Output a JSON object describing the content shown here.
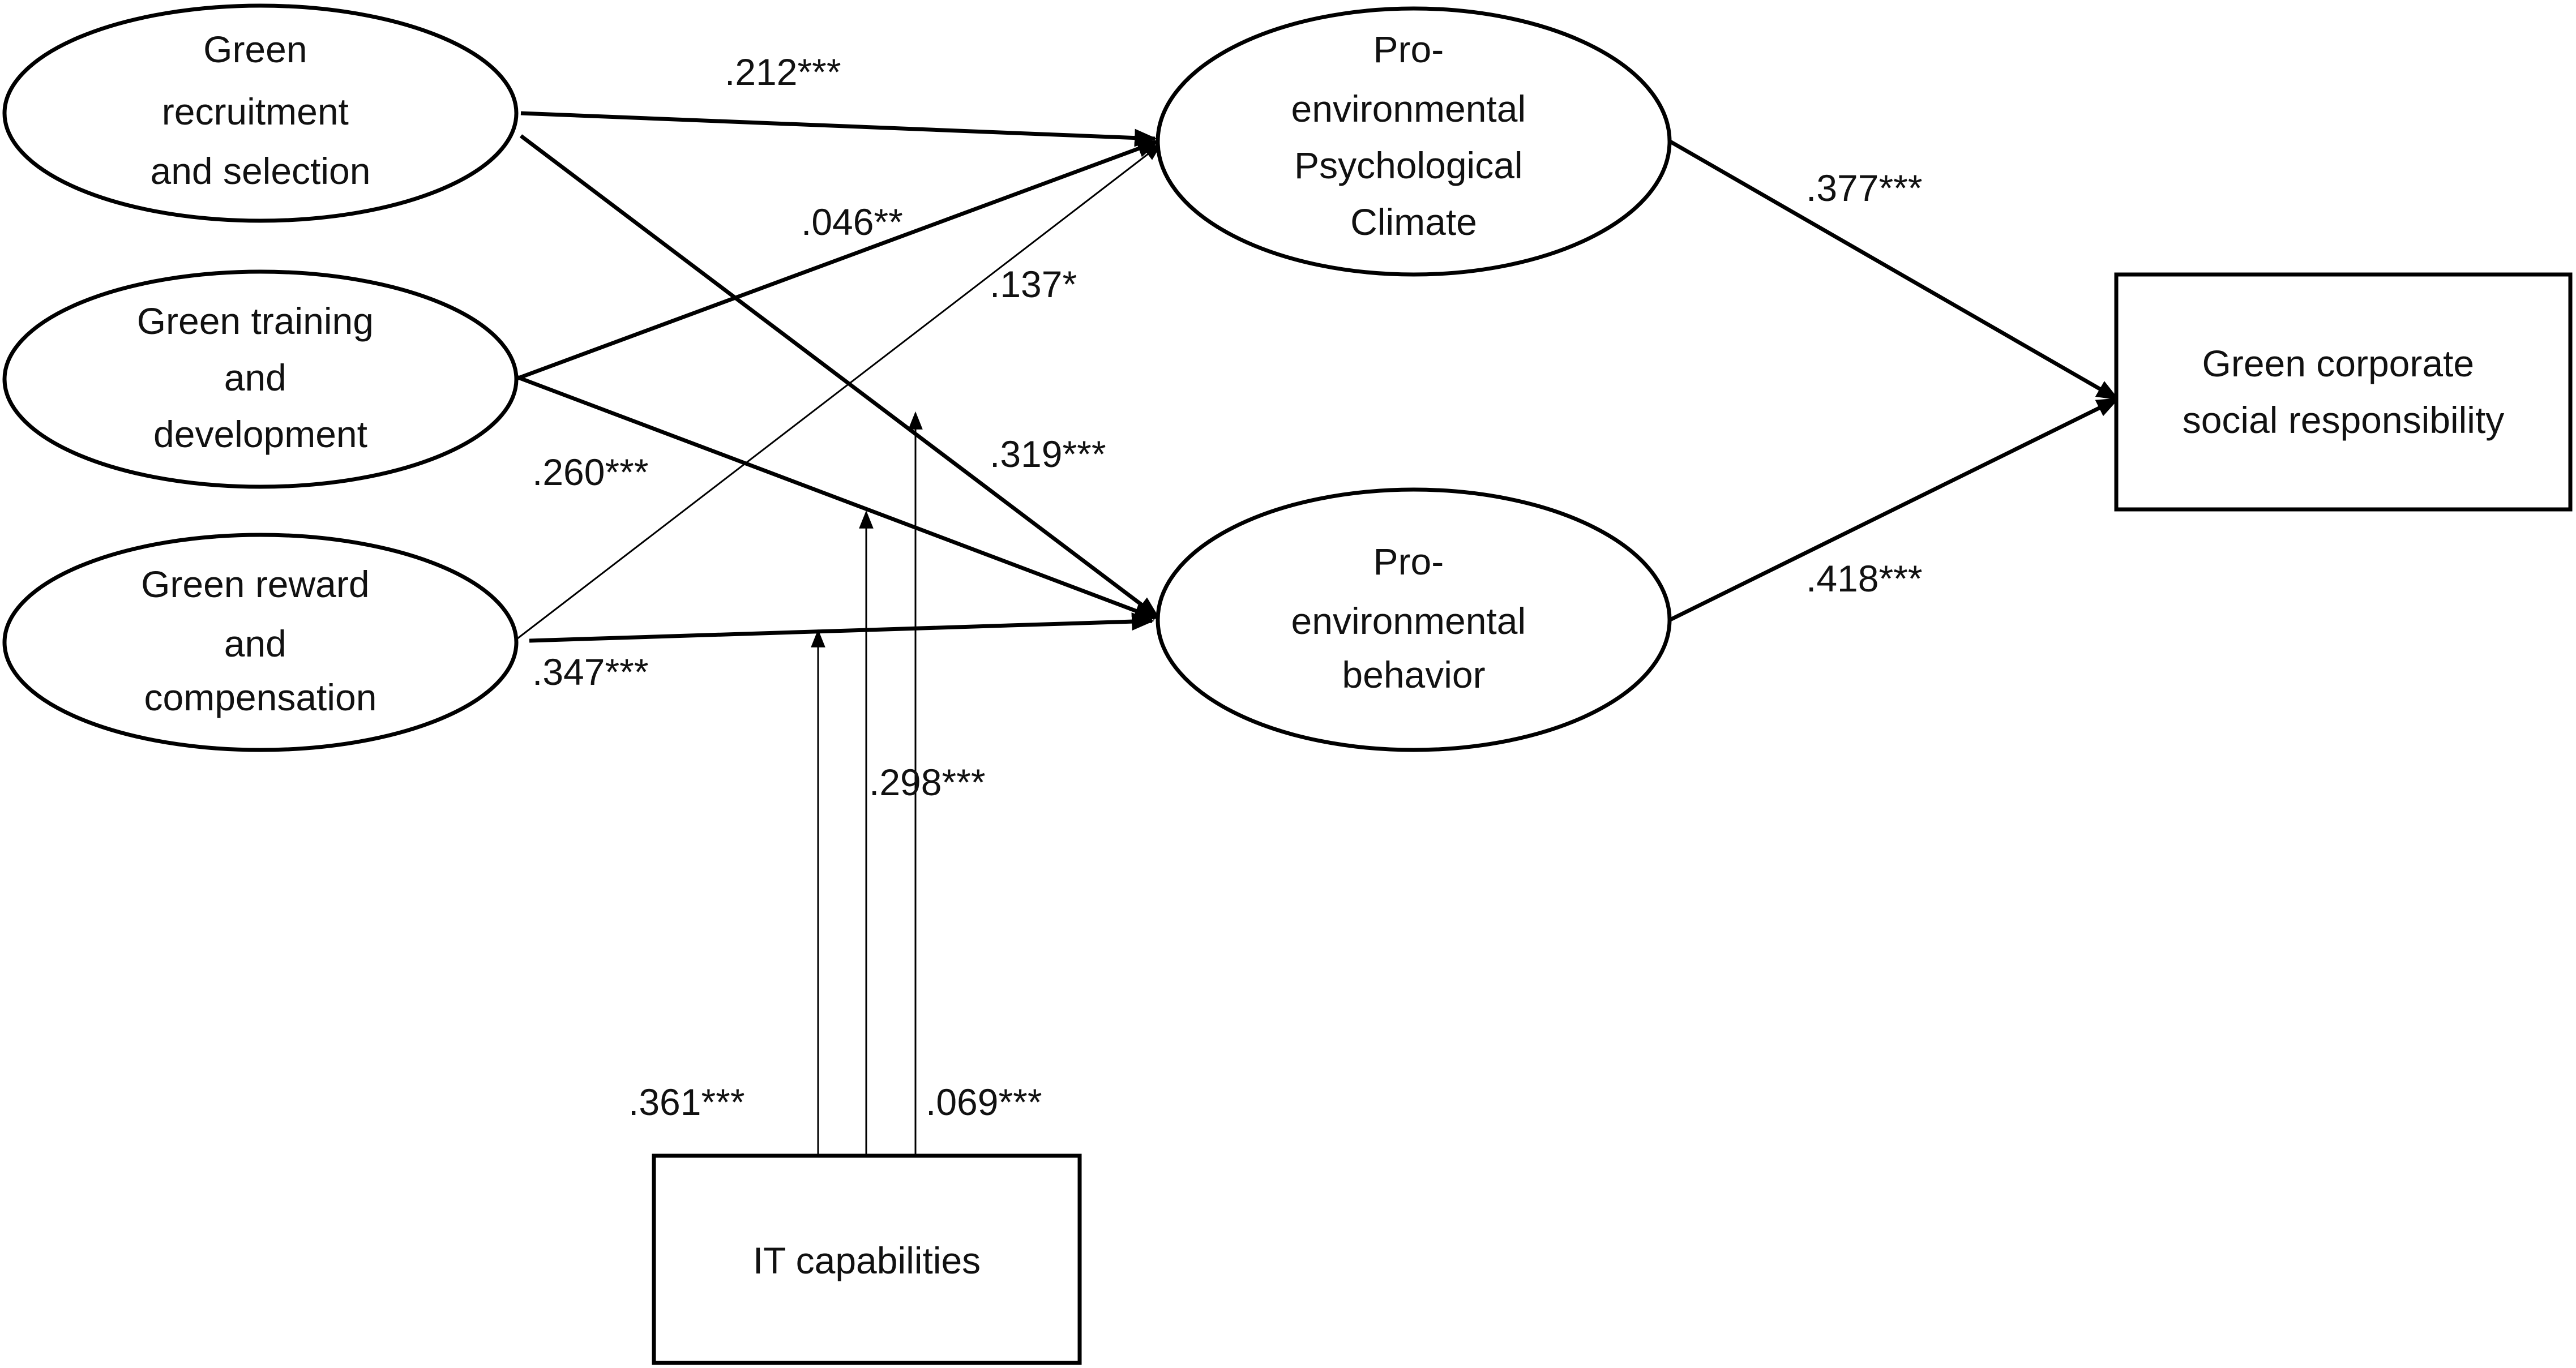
{
  "nodes": {
    "recruitment": {
      "lines": [
        "Green",
        "recruitment",
        "and selection"
      ]
    },
    "training": {
      "lines": [
        "Green training",
        "and",
        "development"
      ]
    },
    "reward": {
      "lines": [
        "Green reward",
        "and",
        "compensation"
      ]
    },
    "climate": {
      "lines": [
        "Pro-",
        "environmental",
        "Psychological",
        "Climate"
      ]
    },
    "behavior": {
      "lines": [
        "Pro-",
        "environmental",
        "behavior"
      ]
    },
    "csr": {
      "lines": [
        "Green corporate",
        "social responsibility"
      ]
    },
    "it": {
      "lines": [
        "IT capabilities"
      ]
    }
  },
  "edges": {
    "recruitment_climate": ".212***",
    "training_climate": ".046**",
    "reward_climate": ".137*",
    "recruitment_behavior": ".319***",
    "training_behavior": ".260***",
    "reward_behavior": ".347***",
    "climate_csr": ".377***",
    "behavior_csr": ".418***",
    "it_reward_behavior": ".361***",
    "it_training_behavior": ".298***",
    "it_recruitment_behavior": ".069***"
  }
}
